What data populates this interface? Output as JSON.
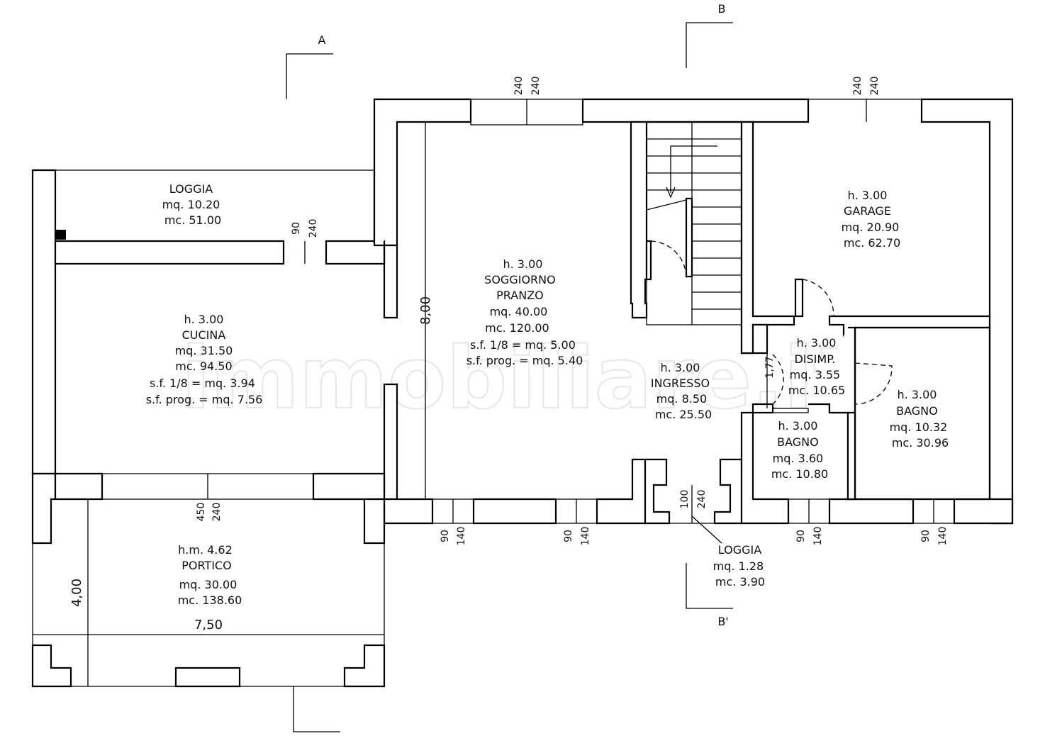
{
  "watermark": "immobiliare.it",
  "rooms": [
    {
      "id": "loggia-nw",
      "lines": [
        "LOGGIA",
        "mq. 10.20",
        "mc. 51.00"
      ]
    },
    {
      "id": "cucina",
      "lines": [
        "h. 3.00",
        "CUCINA",
        "mq. 31.50",
        "mc. 94.50",
        "s.f. 1/8  = mq. 3.94",
        "s.f. prog. = mq. 7.56"
      ]
    },
    {
      "id": "soggiorno",
      "lines": [
        "h. 3.00",
        "SOGGIORNO",
        "PRANZO",
        "mq.  40.00",
        "mc. 120.00",
        "s.f. 1/8  = mq. 5.00",
        "s.f. prog. = mq. 5.40"
      ]
    },
    {
      "id": "ingresso",
      "lines": [
        "h. 3.00",
        "INGRESSO",
        "mq.  8.50",
        "mc. 25.50"
      ]
    },
    {
      "id": "garage",
      "lines": [
        "h. 3.00",
        "GARAGE",
        "mq. 20.90",
        "mc. 62.70"
      ]
    },
    {
      "id": "disimp",
      "lines": [
        "h. 3.00",
        "DISIMP.",
        "mq.   3.55",
        "mc. 10.65"
      ]
    },
    {
      "id": "bagno-large",
      "lines": [
        "h. 3.00",
        "BAGNO",
        "mq. 10.32",
        "mc. 30.96"
      ]
    },
    {
      "id": "bagno-small",
      "lines": [
        "h. 3.00",
        "BAGNO",
        "mq.   3.60",
        "mc. 10.80"
      ]
    },
    {
      "id": "portico",
      "lines": [
        "h.m. 4.62",
        "PORTICO",
        "mq.   30.00",
        "mc. 138.60"
      ]
    },
    {
      "id": "loggia-s",
      "lines": [
        "LOGGIA",
        "mq. 1.28",
        "mc. 3.90"
      ]
    }
  ],
  "section_marks": [
    "A",
    "B",
    "B'"
  ],
  "window_dims": [
    {
      "id": "soggiorno-top",
      "lines": [
        "240",
        "240"
      ]
    },
    {
      "id": "garage-top",
      "lines": [
        "240",
        "240"
      ]
    },
    {
      "id": "cucina-loggia",
      "lines": [
        "90",
        "240"
      ]
    },
    {
      "id": "cucina-portico",
      "lines": [
        "450",
        "240"
      ]
    },
    {
      "id": "soggiorno-bottom-1",
      "lines": [
        "90",
        "140"
      ]
    },
    {
      "id": "soggiorno-bottom-2",
      "lines": [
        "90",
        "140"
      ]
    },
    {
      "id": "ingresso-door",
      "lines": [
        "100",
        "240"
      ]
    },
    {
      "id": "bagno-small-bottom",
      "lines": [
        "90",
        "140"
      ]
    },
    {
      "id": "bagno-large-bottom",
      "lines": [
        "90",
        "140"
      ]
    }
  ],
  "dimensions": {
    "soggiorno_height": "8,00",
    "portico_depth": "4,00",
    "portico_width": "7,50",
    "disimp_width": "1,77"
  }
}
